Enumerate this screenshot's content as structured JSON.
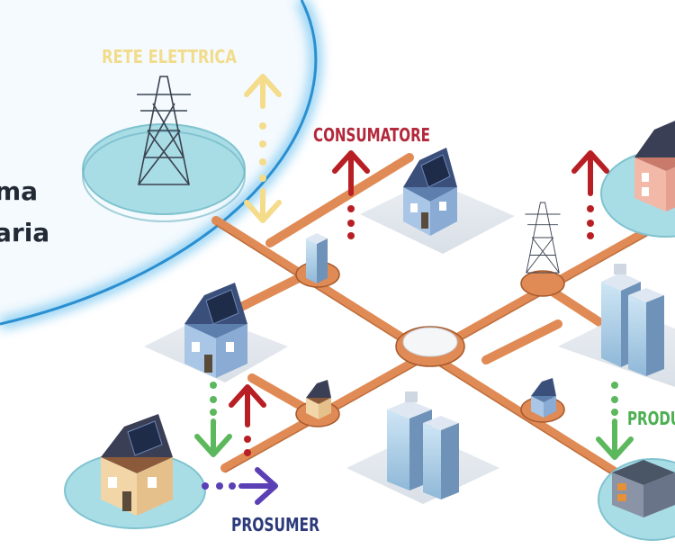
{
  "labels": {
    "grid": "RETE ELETTRICA",
    "consumer": "CONSUMATORE",
    "prosumer": "PROSUMER",
    "producer": "PRODU",
    "cut_line1": "ma",
    "cut_line2": "aria"
  },
  "colors": {
    "grid_label": "#f2dc8c",
    "consumer_label": "#b3283a",
    "prosumer_label": "#2b3a7a",
    "producer_label": "#4caf50",
    "road": "#e08a55",
    "glow": "#3fa9e6",
    "platform": "#a9dde6",
    "arrow_yellow": "#f4dc8a",
    "arrow_red": "#b81f24",
    "arrow_green": "#5cb85c",
    "arrow_purple": "#5a3fb5"
  },
  "icons": [
    "pylon-icon",
    "house-icon",
    "tower-icon",
    "factory-icon",
    "arrow-icon"
  ]
}
